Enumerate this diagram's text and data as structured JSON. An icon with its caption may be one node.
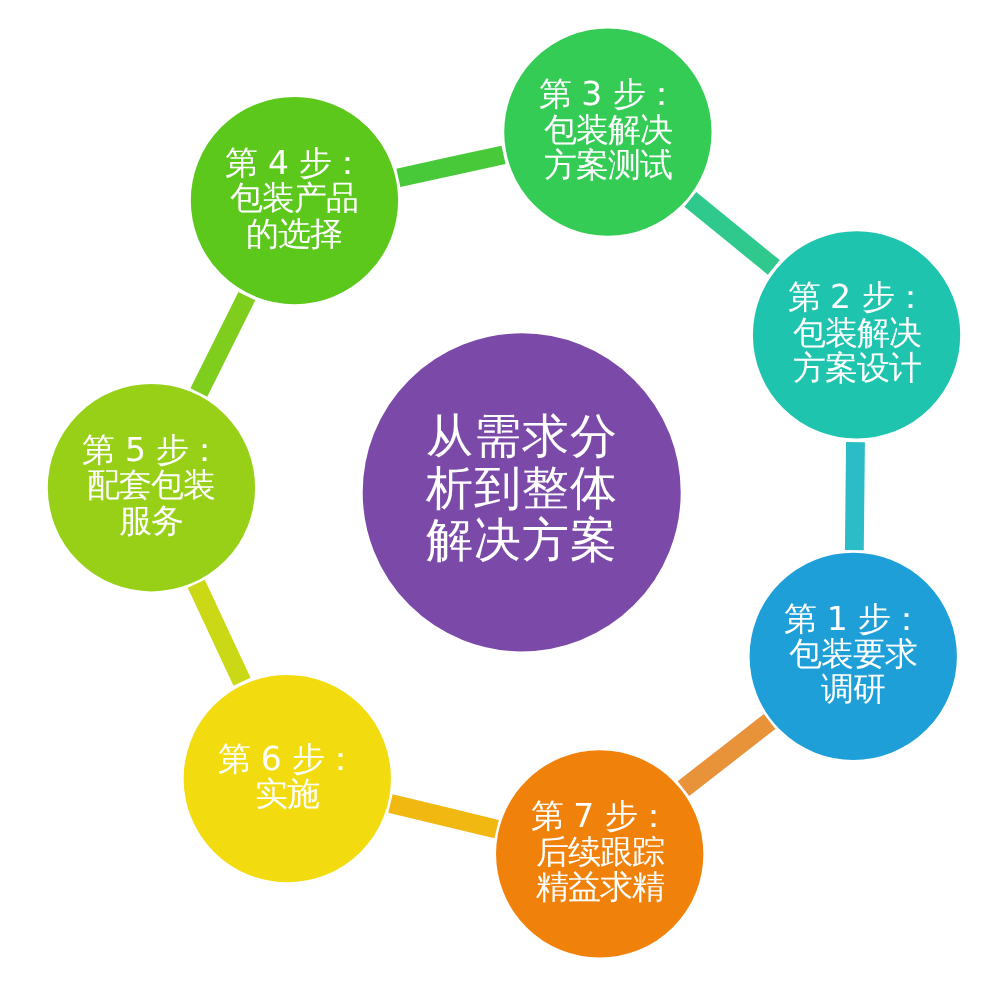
{
  "diagram": {
    "nodes": [
      {
        "text": [
          "从需求分析到整体解决方案"
        ]
      },
      {
        "text": [
          "第 1 步：",
          "包装要求调研"
        ]
      },
      {
        "text": [
          "第 2 步：",
          "包装解决方案设计"
        ]
      },
      {
        "text": [
          "第 3 步：",
          "包装解决方案测试"
        ]
      },
      {
        "text": [
          "第 4 步：",
          "包装产品的选择"
        ]
      },
      {
        "text": [
          "第 5 步：",
          "配套包装服务"
        ]
      },
      {
        "text": [
          "第 6 步：",
          "实施"
        ]
      },
      {
        "text": [
          "第 7 步：",
          "后续跟踪精益求精"
        ]
      }
    ],
    "edges": [
      {
        "from": 1,
        "to": 2,
        "arrow": "none",
        "color": "#2cbcc8"
      },
      {
        "from": 2,
        "to": 3,
        "arrow": "none",
        "color": "#2fc98e"
      },
      {
        "from": 3,
        "to": 4,
        "arrow": "none",
        "color": "#48c93a"
      },
      {
        "from": 4,
        "to": 5,
        "arrow": "none",
        "color": "#7fce1e"
      },
      {
        "from": 5,
        "to": 6,
        "arrow": "none",
        "color": "#cad816"
      },
      {
        "from": 6,
        "to": 7,
        "arrow": "none",
        "color": "#f2b812"
      },
      {
        "from": 7,
        "to": 1,
        "arrow": "none",
        "color": "#e8923a"
      }
    ]
  }
}
